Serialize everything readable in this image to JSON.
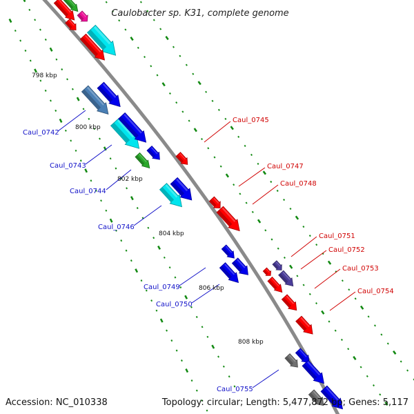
{
  "header": {
    "title": "Caulobacter sp. K31, complete genome"
  },
  "footer": {
    "accession": "Accession: NC_010338",
    "topology": "Topology: circular; Length: 5,477,872 bp; Genes: 5,117"
  },
  "colors": {
    "backbone": "#8a8a8a",
    "tick": "#138a13",
    "forward_label": "#1010c8",
    "reverse_label": "#d00000",
    "red": "#ff0000",
    "blue": "#0000ee",
    "cyan": "#00e5ee",
    "steel": "#4a7fb5",
    "green": "#2aa82a",
    "purple": "#4b3d9a",
    "gray": "#707070",
    "magenta": "#ee1199"
  },
  "ticks": [
    {
      "label": "798 kbp"
    },
    {
      "label": "800 kbp"
    },
    {
      "label": "802 kbp"
    },
    {
      "label": "804 kbp"
    },
    {
      "label": "806 kbp"
    },
    {
      "label": "808 kbp"
    }
  ],
  "gene_labels": [
    {
      "text": "Caul_0742",
      "strand": "forward"
    },
    {
      "text": "Caul_0743",
      "strand": "forward"
    },
    {
      "text": "Caul_0744",
      "strand": "forward"
    },
    {
      "text": "Caul_0745",
      "strand": "reverse"
    },
    {
      "text": "Caul_0746",
      "strand": "forward"
    },
    {
      "text": "Caul_0747",
      "strand": "reverse"
    },
    {
      "text": "Caul_0748",
      "strand": "reverse"
    },
    {
      "text": "Caul_0749",
      "strand": "forward"
    },
    {
      "text": "Caul_0750",
      "strand": "forward"
    },
    {
      "text": "Caul_0751",
      "strand": "reverse"
    },
    {
      "text": "Caul_0752",
      "strand": "reverse"
    },
    {
      "text": "Caul_0753",
      "strand": "reverse"
    },
    {
      "text": "Caul_0754",
      "strand": "reverse"
    },
    {
      "text": "Caul_0755",
      "strand": "forward"
    }
  ],
  "genes": [
    {
      "color": "red"
    },
    {
      "color": "green"
    },
    {
      "color": "magenta"
    },
    {
      "color": "red"
    },
    {
      "color": "cyan"
    },
    {
      "color": "red"
    },
    {
      "color": "steel"
    },
    {
      "color": "blue"
    },
    {
      "color": "cyan"
    },
    {
      "color": "blue"
    },
    {
      "color": "blue"
    },
    {
      "color": "green"
    },
    {
      "color": "red"
    },
    {
      "color": "cyan"
    },
    {
      "color": "blue"
    },
    {
      "color": "red"
    },
    {
      "color": "red"
    },
    {
      "color": "blue"
    },
    {
      "color": "blue"
    },
    {
      "color": "blue"
    },
    {
      "color": "red"
    },
    {
      "color": "purple"
    },
    {
      "color": "purple"
    },
    {
      "color": "red"
    },
    {
      "color": "red"
    },
    {
      "color": "red"
    },
    {
      "color": "gray"
    },
    {
      "color": "blue"
    },
    {
      "color": "blue"
    },
    {
      "color": "gray"
    },
    {
      "color": "blue"
    }
  ]
}
